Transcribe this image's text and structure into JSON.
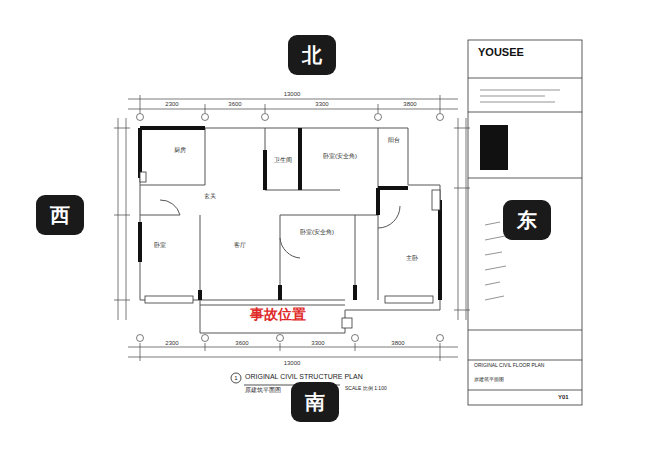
{
  "diagram": {
    "nodes": [
      {
        "text": [
          "北"
        ]
      },
      {
        "text": [
          "西"
        ]
      },
      {
        "text": [
          "东"
        ]
      },
      {
        "text": [
          "南"
        ]
      }
    ],
    "labels": [
      "2300",
      "3600",
      "3300",
      "3800",
      "13000",
      "厨房",
      "卫生间",
      "卧室(安全角)",
      "阳台",
      "玄关",
      "卧室",
      "客厅",
      "卧室(安全角)",
      "主卧",
      "事故位置",
      "2300",
      "3600",
      "3300",
      "3800",
      "13000",
      "1",
      "ORIGINAL CIVIL STRUCTURE PLAN",
      "原建筑平面图",
      "SCALE 比例 1:100",
      "YOUSEE",
      "ORIGINAL CIVIL FLOOR PLAN",
      "原建筑平面图",
      "Y01"
    ]
  }
}
